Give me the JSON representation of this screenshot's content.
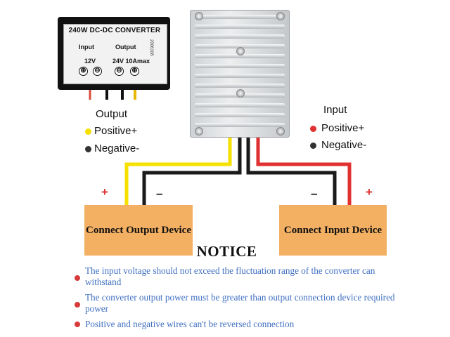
{
  "panel": {
    "title": "240W DC-DC CONVERTER",
    "input_label": "Input",
    "output_label": "Output",
    "input_voltage": "12V",
    "output_voltage": "24V 10Amax",
    "plus_symbol": "⊕",
    "minus_symbol": "⊖",
    "serial": "2006108"
  },
  "output_legend": {
    "heading": "Output",
    "positive": "Positive+",
    "negative": "Negative-"
  },
  "input_legend": {
    "heading": "Input",
    "positive": "Positive+",
    "negative": "Negative-"
  },
  "signs": {
    "plus": "+",
    "minus": "–"
  },
  "devices": {
    "output": "Connect Output Device",
    "input": "Connect Input Device"
  },
  "notice": {
    "title": "NOTICE",
    "items": [
      "The input voltage  should not exceed the fluctuation range of the converter can withstand",
      "The converter output power must be  greater than output connection device required power",
      "Positive and negative wires can't be  reversed connection"
    ]
  },
  "colors": {
    "wire_positive_output": "#f5e000",
    "wire_positive_input": "#e03030",
    "wire_negative": "#1a1a1a",
    "device_fill": "#f3b063",
    "notice_text": "#3f6fc1",
    "bullet": "#d63a3a"
  }
}
